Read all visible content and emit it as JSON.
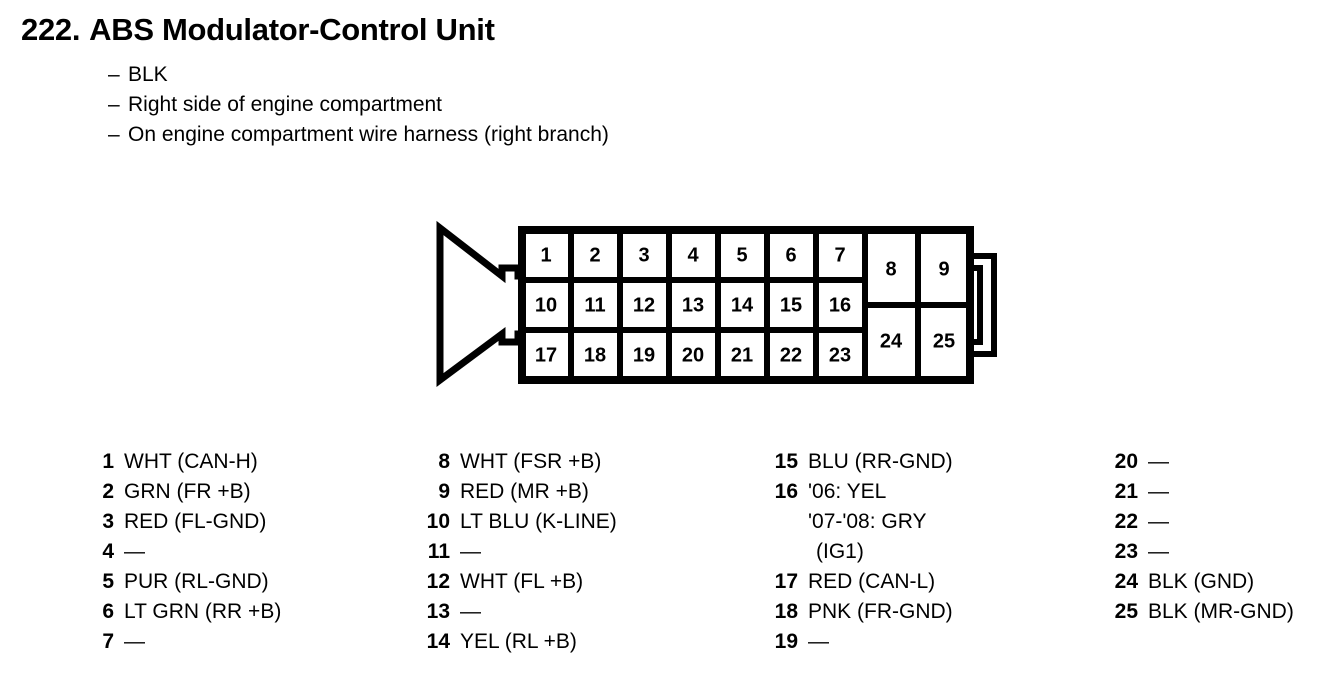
{
  "header": {
    "number": "222.",
    "title": "ABS Modulator-Control Unit",
    "specs": [
      {
        "dash": "–",
        "text": "BLK"
      },
      {
        "dash": "–",
        "text": "Right side of engine compartment"
      },
      {
        "dash": "–",
        "text": "On engine compartment wire harness (right branch)"
      }
    ]
  },
  "connector": {
    "name": "connector-pinout-diagram",
    "grid_rows": [
      [
        "1",
        "2",
        "3",
        "4",
        "5",
        "6",
        "7"
      ],
      [
        "10",
        "11",
        "12",
        "13",
        "14",
        "15",
        "16"
      ],
      [
        "17",
        "18",
        "19",
        "20",
        "21",
        "22",
        "23"
      ]
    ],
    "right_block": [
      [
        "8",
        "9"
      ],
      [
        "24",
        "25"
      ]
    ]
  },
  "legend": {
    "columns": [
      {
        "rows": [
          {
            "pin": "1",
            "label": "WHT (CAN-H)"
          },
          {
            "pin": "2",
            "label": "GRN (FR +B)"
          },
          {
            "pin": "3",
            "label": "RED (FL-GND)"
          },
          {
            "pin": "4",
            "label": "—"
          },
          {
            "pin": "5",
            "label": "PUR (RL-GND)"
          },
          {
            "pin": "6",
            "label": "LT GRN (RR +B)"
          },
          {
            "pin": "7",
            "label": "—"
          }
        ]
      },
      {
        "rows": [
          {
            "pin": "8",
            "label": "WHT (FSR +B)"
          },
          {
            "pin": "9",
            "label": "RED (MR +B)"
          },
          {
            "pin": "10",
            "label": "LT BLU (K-LINE)"
          },
          {
            "pin": "11",
            "label": "—"
          },
          {
            "pin": "12",
            "label": "WHT (FL +B)"
          },
          {
            "pin": "13",
            "label": "—"
          },
          {
            "pin": "14",
            "label": "YEL (RL +B)"
          }
        ]
      },
      {
        "rows": [
          {
            "pin": "15",
            "label": "BLU (RR-GND)"
          },
          {
            "pin": "16",
            "label": "'06: YEL",
            "continuations": [
              "'07-'08: GRY",
              "(IG1)"
            ]
          },
          {
            "pin": "17",
            "label": "RED (CAN-L)"
          },
          {
            "pin": "18",
            "label": "PNK (FR-GND)"
          },
          {
            "pin": "19",
            "label": "—"
          }
        ]
      },
      {
        "rows": [
          {
            "pin": "20",
            "label": "—"
          },
          {
            "pin": "21",
            "label": "—"
          },
          {
            "pin": "22",
            "label": "—"
          },
          {
            "pin": "23",
            "label": "—"
          },
          {
            "pin": "24",
            "label": "BLK (GND)"
          },
          {
            "pin": "25",
            "label": "BLK (MR-GND)"
          }
        ]
      }
    ]
  },
  "colors": {
    "ink": "#000000",
    "background": "#ffffff"
  }
}
